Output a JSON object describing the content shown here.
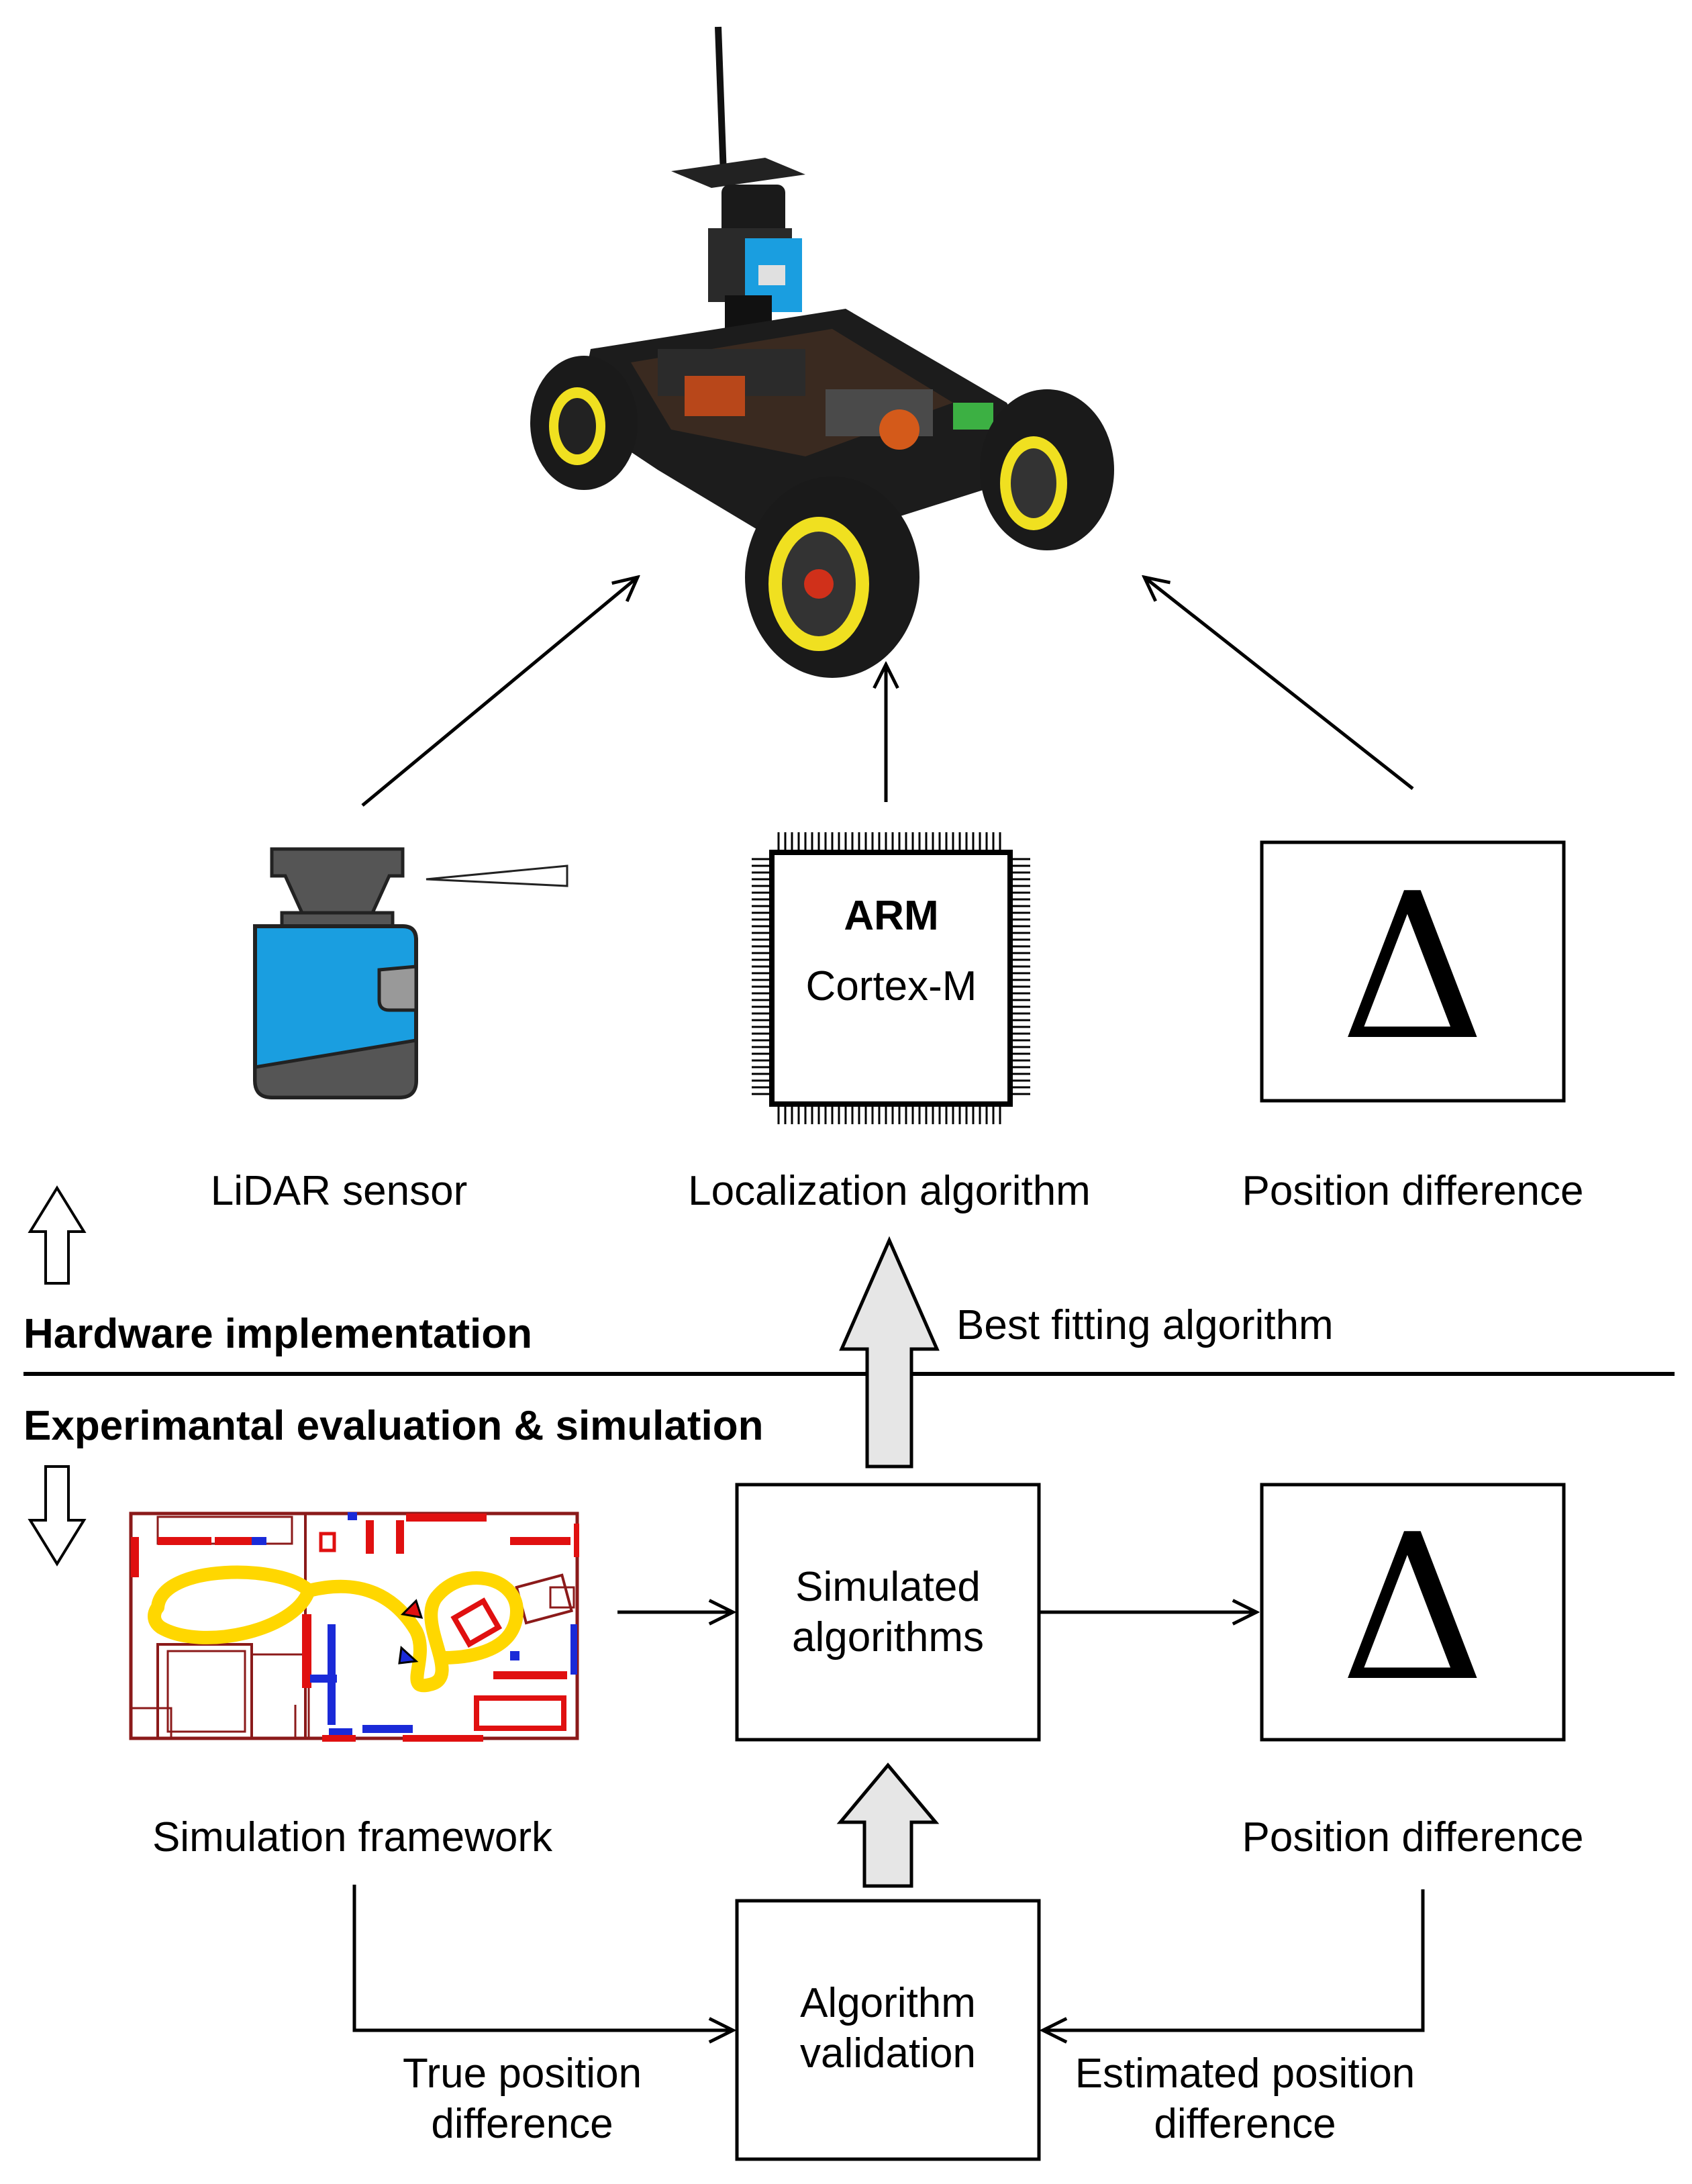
{
  "sections": {
    "hardware_label": "Hardware implementation",
    "simulation_label": "Experimantal evaluation & simulation"
  },
  "top": {
    "lidar_label": "LiDAR sensor",
    "localization_label": "Localization algorithm",
    "position_diff_label": "Position difference",
    "chip_brand": "ARM",
    "chip_model": "Cortex-M",
    "delta_symbol": "Δ"
  },
  "transition": {
    "best_fitting_label": "Best fitting algorithm"
  },
  "bottom": {
    "sim_framework_label": "Simulation framework",
    "simulated_line1": "Simulated",
    "simulated_line2": "algorithms",
    "position_diff_label": "Position difference",
    "delta_symbol": "Δ",
    "validation_line1": "Algorithm",
    "validation_line2": "validation",
    "true_pos_line1": "True position",
    "true_pos_line2": "difference",
    "est_pos_line1": "Estimated position",
    "est_pos_line2": "difference"
  },
  "colors": {
    "lidar_blue": "#1a9ee0",
    "lidar_dark": "#555555",
    "wall_dark_red": "#8b1a1a",
    "wall_red": "#e01010",
    "wall_blue": "#1a2ad8",
    "trajectory_yellow": "#ffd700",
    "arrow_fill_gray": "#e6e6e6",
    "car_wheel_yellow": "#f0e020"
  }
}
